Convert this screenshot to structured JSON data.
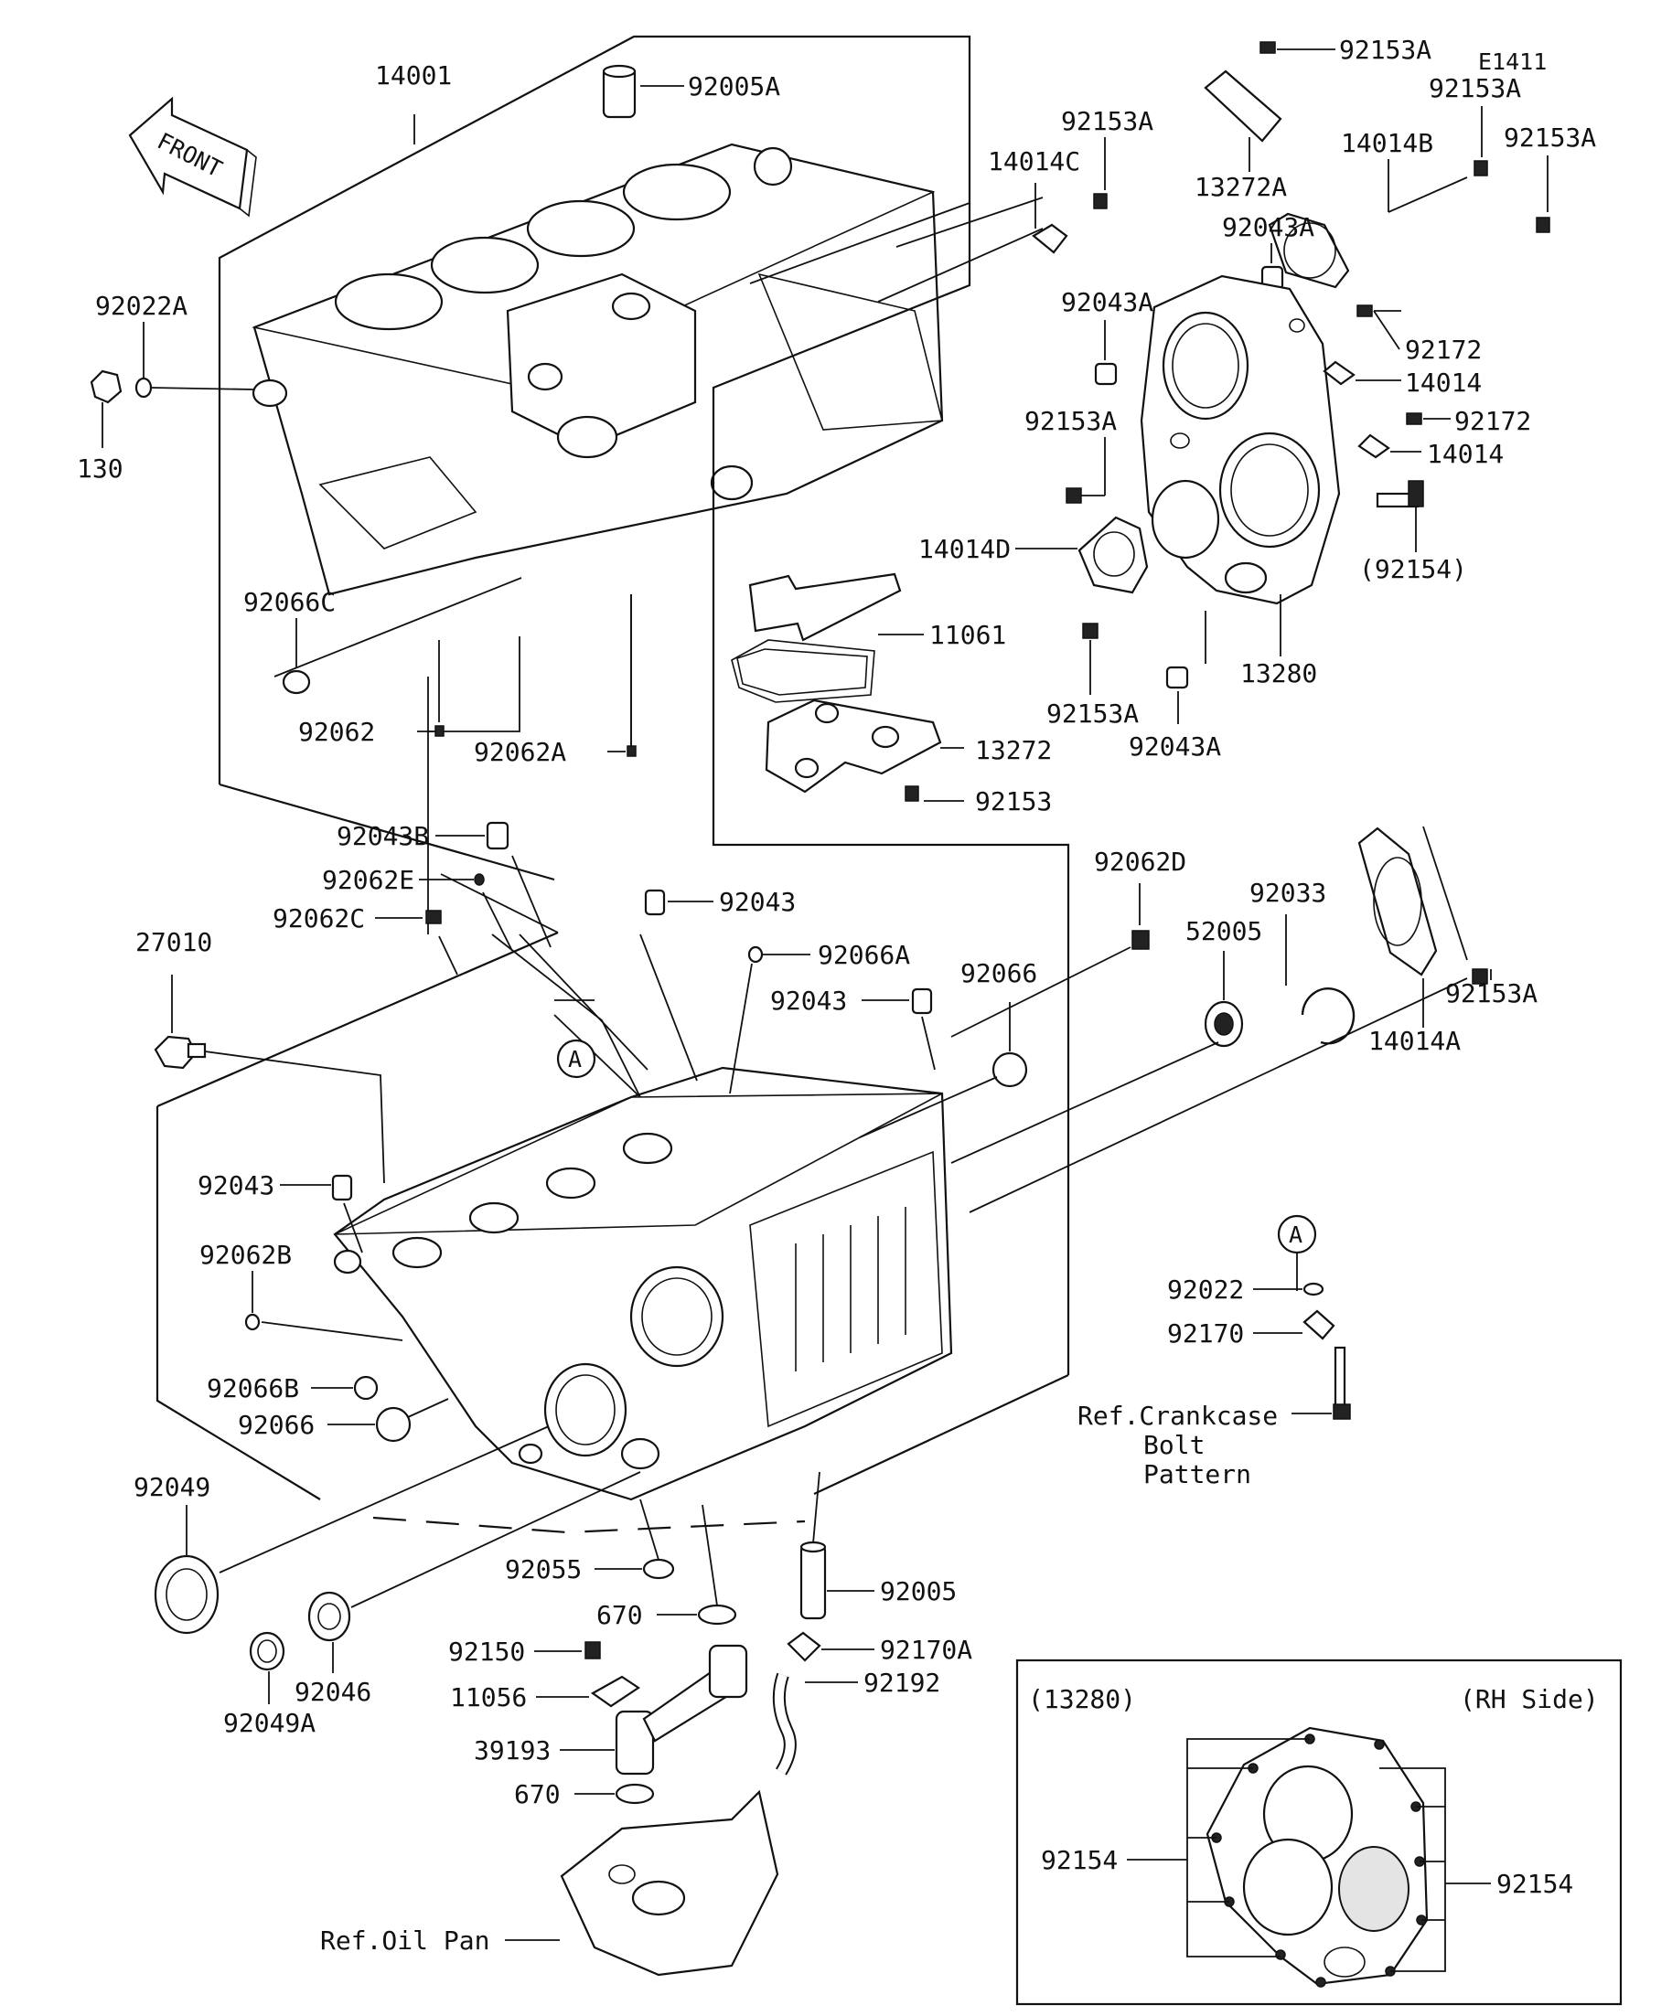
{
  "diagram_code": "E1411",
  "front_arrow": "FRONT",
  "inset": {
    "title": "(13280)",
    "side": "(RH Side)"
  },
  "circle_marker": "A",
  "labels": {
    "p14001": "14001",
    "p92005A": "92005A",
    "p92153A_1": "92153A",
    "p92153A_2": "92153A",
    "p92153A_3": "92153A",
    "p92153A_4": "92153A",
    "p92153A_5": "92153A",
    "p92153A_6": "92153A",
    "p92153A_7": "92153A",
    "p13272A": "13272A",
    "p14014C": "14014C",
    "p14014B": "14014B",
    "p92043A_1": "92043A",
    "p92043A_2": "92043A",
    "p92043A_3": "92043A",
    "p92172_1": "92172",
    "p92172_2": "92172",
    "p14014_1": "14014",
    "p14014_2": "14014",
    "p14014D": "14014D",
    "p92154_paren": "(92154)",
    "p13280": "13280",
    "p92022A": "92022A",
    "p130": "130",
    "p92066C": "92066C",
    "p92062": "92062",
    "p92062A": "92062A",
    "p11061": "11061",
    "p13272": "13272",
    "p92153": "92153",
    "p92043B": "92043B",
    "p92062E": "92062E",
    "p92062C": "92062C",
    "p92043_1": "92043",
    "p92066A": "92066A",
    "p92043_2": "92043",
    "p92066_1": "92066",
    "p92062D": "92062D",
    "p52005": "52005",
    "p92033": "92033",
    "p14014A": "14014A",
    "p27010": "27010",
    "p92043_3": "92043",
    "p92062B": "92062B",
    "p92066B": "92066B",
    "p92066_2": "92066",
    "p92022": "92022",
    "p92170": "92170",
    "p_ref_crankcase_1": "Ref.Crankcase",
    "p_ref_crankcase_2": "Bolt",
    "p_ref_crankcase_3": "Pattern",
    "p92049": "92049",
    "p92049A": "92049A",
    "p92046": "92046",
    "p92055": "92055",
    "p670_1": "670",
    "p92005": "92005",
    "p92150": "92150",
    "p92170A": "92170A",
    "p11056": "11056",
    "p92192": "92192",
    "p39193": "39193",
    "p670_2": "670",
    "p_ref_oil_pan": "Ref.Oil Pan",
    "inset_92154_left": "92154",
    "inset_92154_right": "92154"
  }
}
